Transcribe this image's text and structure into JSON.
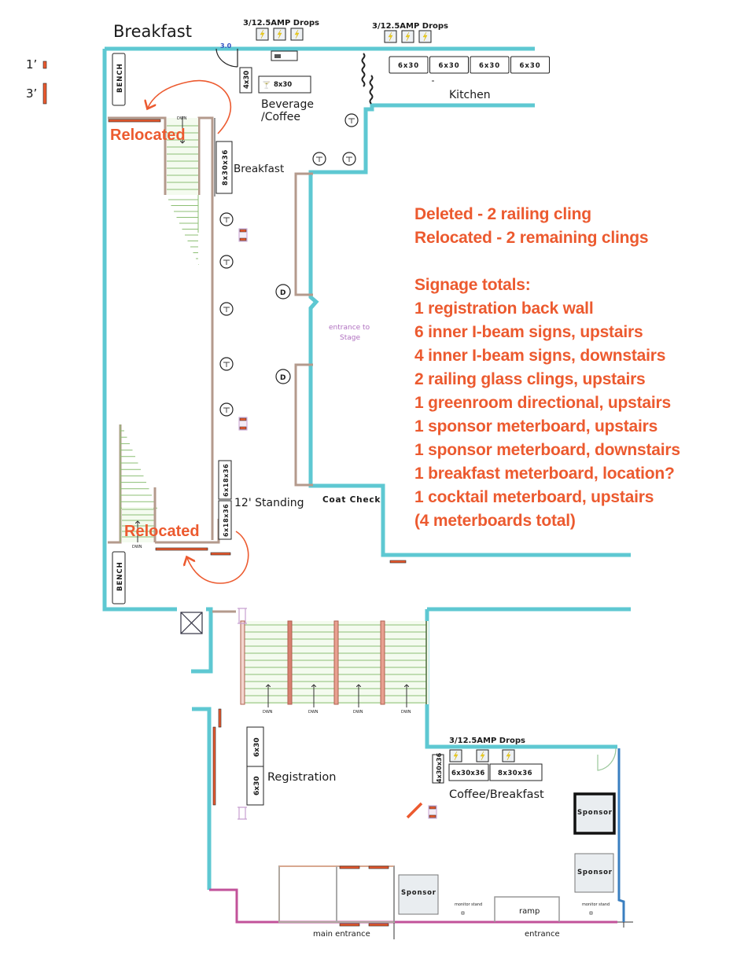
{
  "title": "Breakfast",
  "legend": [
    {
      "label": "1’",
      "size_ft": 1
    },
    {
      "label": "3’",
      "size_ft": 3
    }
  ],
  "power_drops": [
    {
      "label": "3/12.5AMP Drops",
      "count": 3,
      "area": "beverage"
    },
    {
      "label": "3/12.5AMP Drops",
      "count": 3,
      "area": "kitchen"
    },
    {
      "label": "3/12.5AMP Drops",
      "count": 3,
      "area": "coffee-breakfast-downstairs"
    }
  ],
  "door_label": "3.0",
  "tables": {
    "beverage_small": "4x30",
    "beverage_bar": "8x30",
    "kitchen": [
      "6x30",
      "6x30",
      "6x30",
      "6x30"
    ],
    "breakfast": "8x30x36",
    "standing": [
      "6x18x36",
      "6x18x36"
    ],
    "registration": [
      "6x30",
      "6x30"
    ],
    "coffee": [
      "4x30x36",
      "6x30x36",
      "8x30x36"
    ]
  },
  "bench_label": "BENCH",
  "stair_label": "DWN",
  "drink_station_label": "D",
  "sponsor_label": "Sponsor",
  "monitor_label": "monitor stand",
  "areas": {
    "beverage": "Beverage",
    "beverage2": "/Coffee",
    "kitchen": "Kitchen",
    "breakfast": "Breakfast",
    "standing": "12' Standing",
    "coat_check": "Coat Check",
    "stage_entrance_1": "entrance to",
    "stage_entrance_2": "Stage",
    "registration": "Registration",
    "coffee_breakfast": "Coffee/Breakfast",
    "ramp": "ramp",
    "main_entrance": "main entrance",
    "entrance": "entrance"
  },
  "annotations": {
    "relocated": "Relocated"
  },
  "notes": {
    "deleted": "Deleted - 2 railing cling",
    "relocated": "Relocated - 2 remaining clings",
    "signage_heading": "Signage totals:",
    "signage_items": [
      "1 registration back wall",
      "6 inner I-beam signs, upstairs",
      "4 inner I-beam signs, downstairs",
      "2 railing glass clings, upstairs",
      "1 greenroom directional, upstairs",
      "1 sponsor meterboard, upstairs",
      "1 sponsor meterboard, downstairs",
      "1 breakfast meterboard, location?",
      "1 cocktail meterboard, upstairs",
      "(4 meterboards total)"
    ]
  },
  "colors": {
    "wall": "#5ec8d2",
    "sign": "#ec5a2f",
    "annotation": "#ec5a2f",
    "railing": "#b49a8c",
    "stairs": "#8cbf74",
    "entrance_wall": "#c2529a",
    "stage_text": "#b070c0",
    "east_wall": "#3a7fc0"
  }
}
